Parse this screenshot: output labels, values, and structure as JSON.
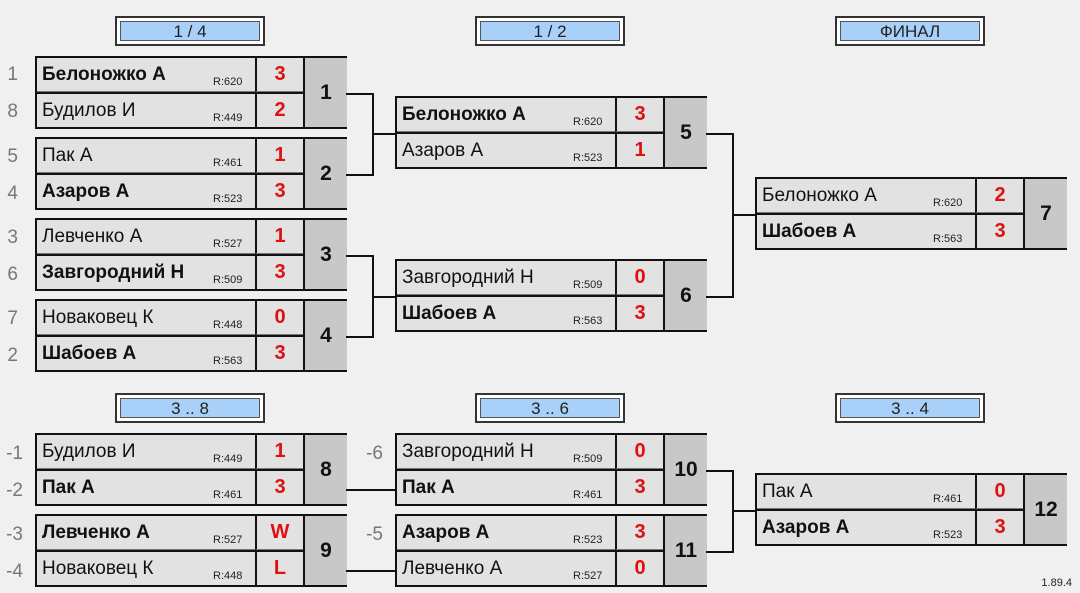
{
  "headers": {
    "qf": "1 / 4",
    "sf": "1 / 2",
    "final": "ФИНАЛ",
    "p38": "3 .. 8",
    "p36": "3 .. 6",
    "p34": "3 .. 4"
  },
  "seeds": {
    "m1": [
      "1",
      "8"
    ],
    "m2": [
      "5",
      "4"
    ],
    "m3": [
      "3",
      "6"
    ],
    "m4": [
      "7",
      "2"
    ],
    "m8": [
      "-1",
      "-2"
    ],
    "m9": [
      "-3",
      "-4"
    ],
    "m10": [
      "-6",
      ""
    ],
    "m11": [
      "-5",
      ""
    ]
  },
  "matches": {
    "m1": {
      "num": "1",
      "p": [
        {
          "name": "Белоножко А",
          "rating": "R:620",
          "score": "3",
          "win": true
        },
        {
          "name": "Будилов И",
          "rating": "R:449",
          "score": "2",
          "win": false
        }
      ]
    },
    "m2": {
      "num": "2",
      "p": [
        {
          "name": "Пак А",
          "rating": "R:461",
          "score": "1",
          "win": false
        },
        {
          "name": "Азаров А",
          "rating": "R:523",
          "score": "3",
          "win": true
        }
      ]
    },
    "m3": {
      "num": "3",
      "p": [
        {
          "name": "Левченко А",
          "rating": "R:527",
          "score": "1",
          "win": false
        },
        {
          "name": "Завгородний Н",
          "rating": "R:509",
          "score": "3",
          "win": true
        }
      ]
    },
    "m4": {
      "num": "4",
      "p": [
        {
          "name": "Новаковец К",
          "rating": "R:448",
          "score": "0",
          "win": false
        },
        {
          "name": "Шабоев А",
          "rating": "R:563",
          "score": "3",
          "win": true
        }
      ]
    },
    "m5": {
      "num": "5",
      "p": [
        {
          "name": "Белоножко А",
          "rating": "R:620",
          "score": "3",
          "win": true
        },
        {
          "name": "Азаров А",
          "rating": "R:523",
          "score": "1",
          "win": false
        }
      ]
    },
    "m6": {
      "num": "6",
      "p": [
        {
          "name": "Завгородний Н",
          "rating": "R:509",
          "score": "0",
          "win": false
        },
        {
          "name": "Шабоев А",
          "rating": "R:563",
          "score": "3",
          "win": true
        }
      ]
    },
    "m7": {
      "num": "7",
      "p": [
        {
          "name": "Белоножко А",
          "rating": "R:620",
          "score": "2",
          "win": false
        },
        {
          "name": "Шабоев А",
          "rating": "R:563",
          "score": "3",
          "win": true
        }
      ]
    },
    "m8": {
      "num": "8",
      "p": [
        {
          "name": "Будилов И",
          "rating": "R:449",
          "score": "1",
          "win": false
        },
        {
          "name": "Пак А",
          "rating": "R:461",
          "score": "3",
          "win": true
        }
      ]
    },
    "m9": {
      "num": "9",
      "p": [
        {
          "name": "Левченко А",
          "rating": "R:527",
          "score": "W",
          "win": true
        },
        {
          "name": "Новаковец К",
          "rating": "R:448",
          "score": "L",
          "win": false
        }
      ]
    },
    "m10": {
      "num": "10",
      "p": [
        {
          "name": "Завгородний Н",
          "rating": "R:509",
          "score": "0",
          "win": false
        },
        {
          "name": "Пак А",
          "rating": "R:461",
          "score": "3",
          "win": true
        }
      ]
    },
    "m11": {
      "num": "11",
      "p": [
        {
          "name": "Азаров А",
          "rating": "R:523",
          "score": "3",
          "win": true
        },
        {
          "name": "Левченко А",
          "rating": "R:527",
          "score": "0",
          "win": false
        }
      ]
    },
    "m12": {
      "num": "12",
      "p": [
        {
          "name": "Пак А",
          "rating": "R:461",
          "score": "0",
          "win": false
        },
        {
          "name": "Азаров А",
          "rating": "R:523",
          "score": "3",
          "win": true
        }
      ]
    }
  },
  "version": "1.89.4"
}
